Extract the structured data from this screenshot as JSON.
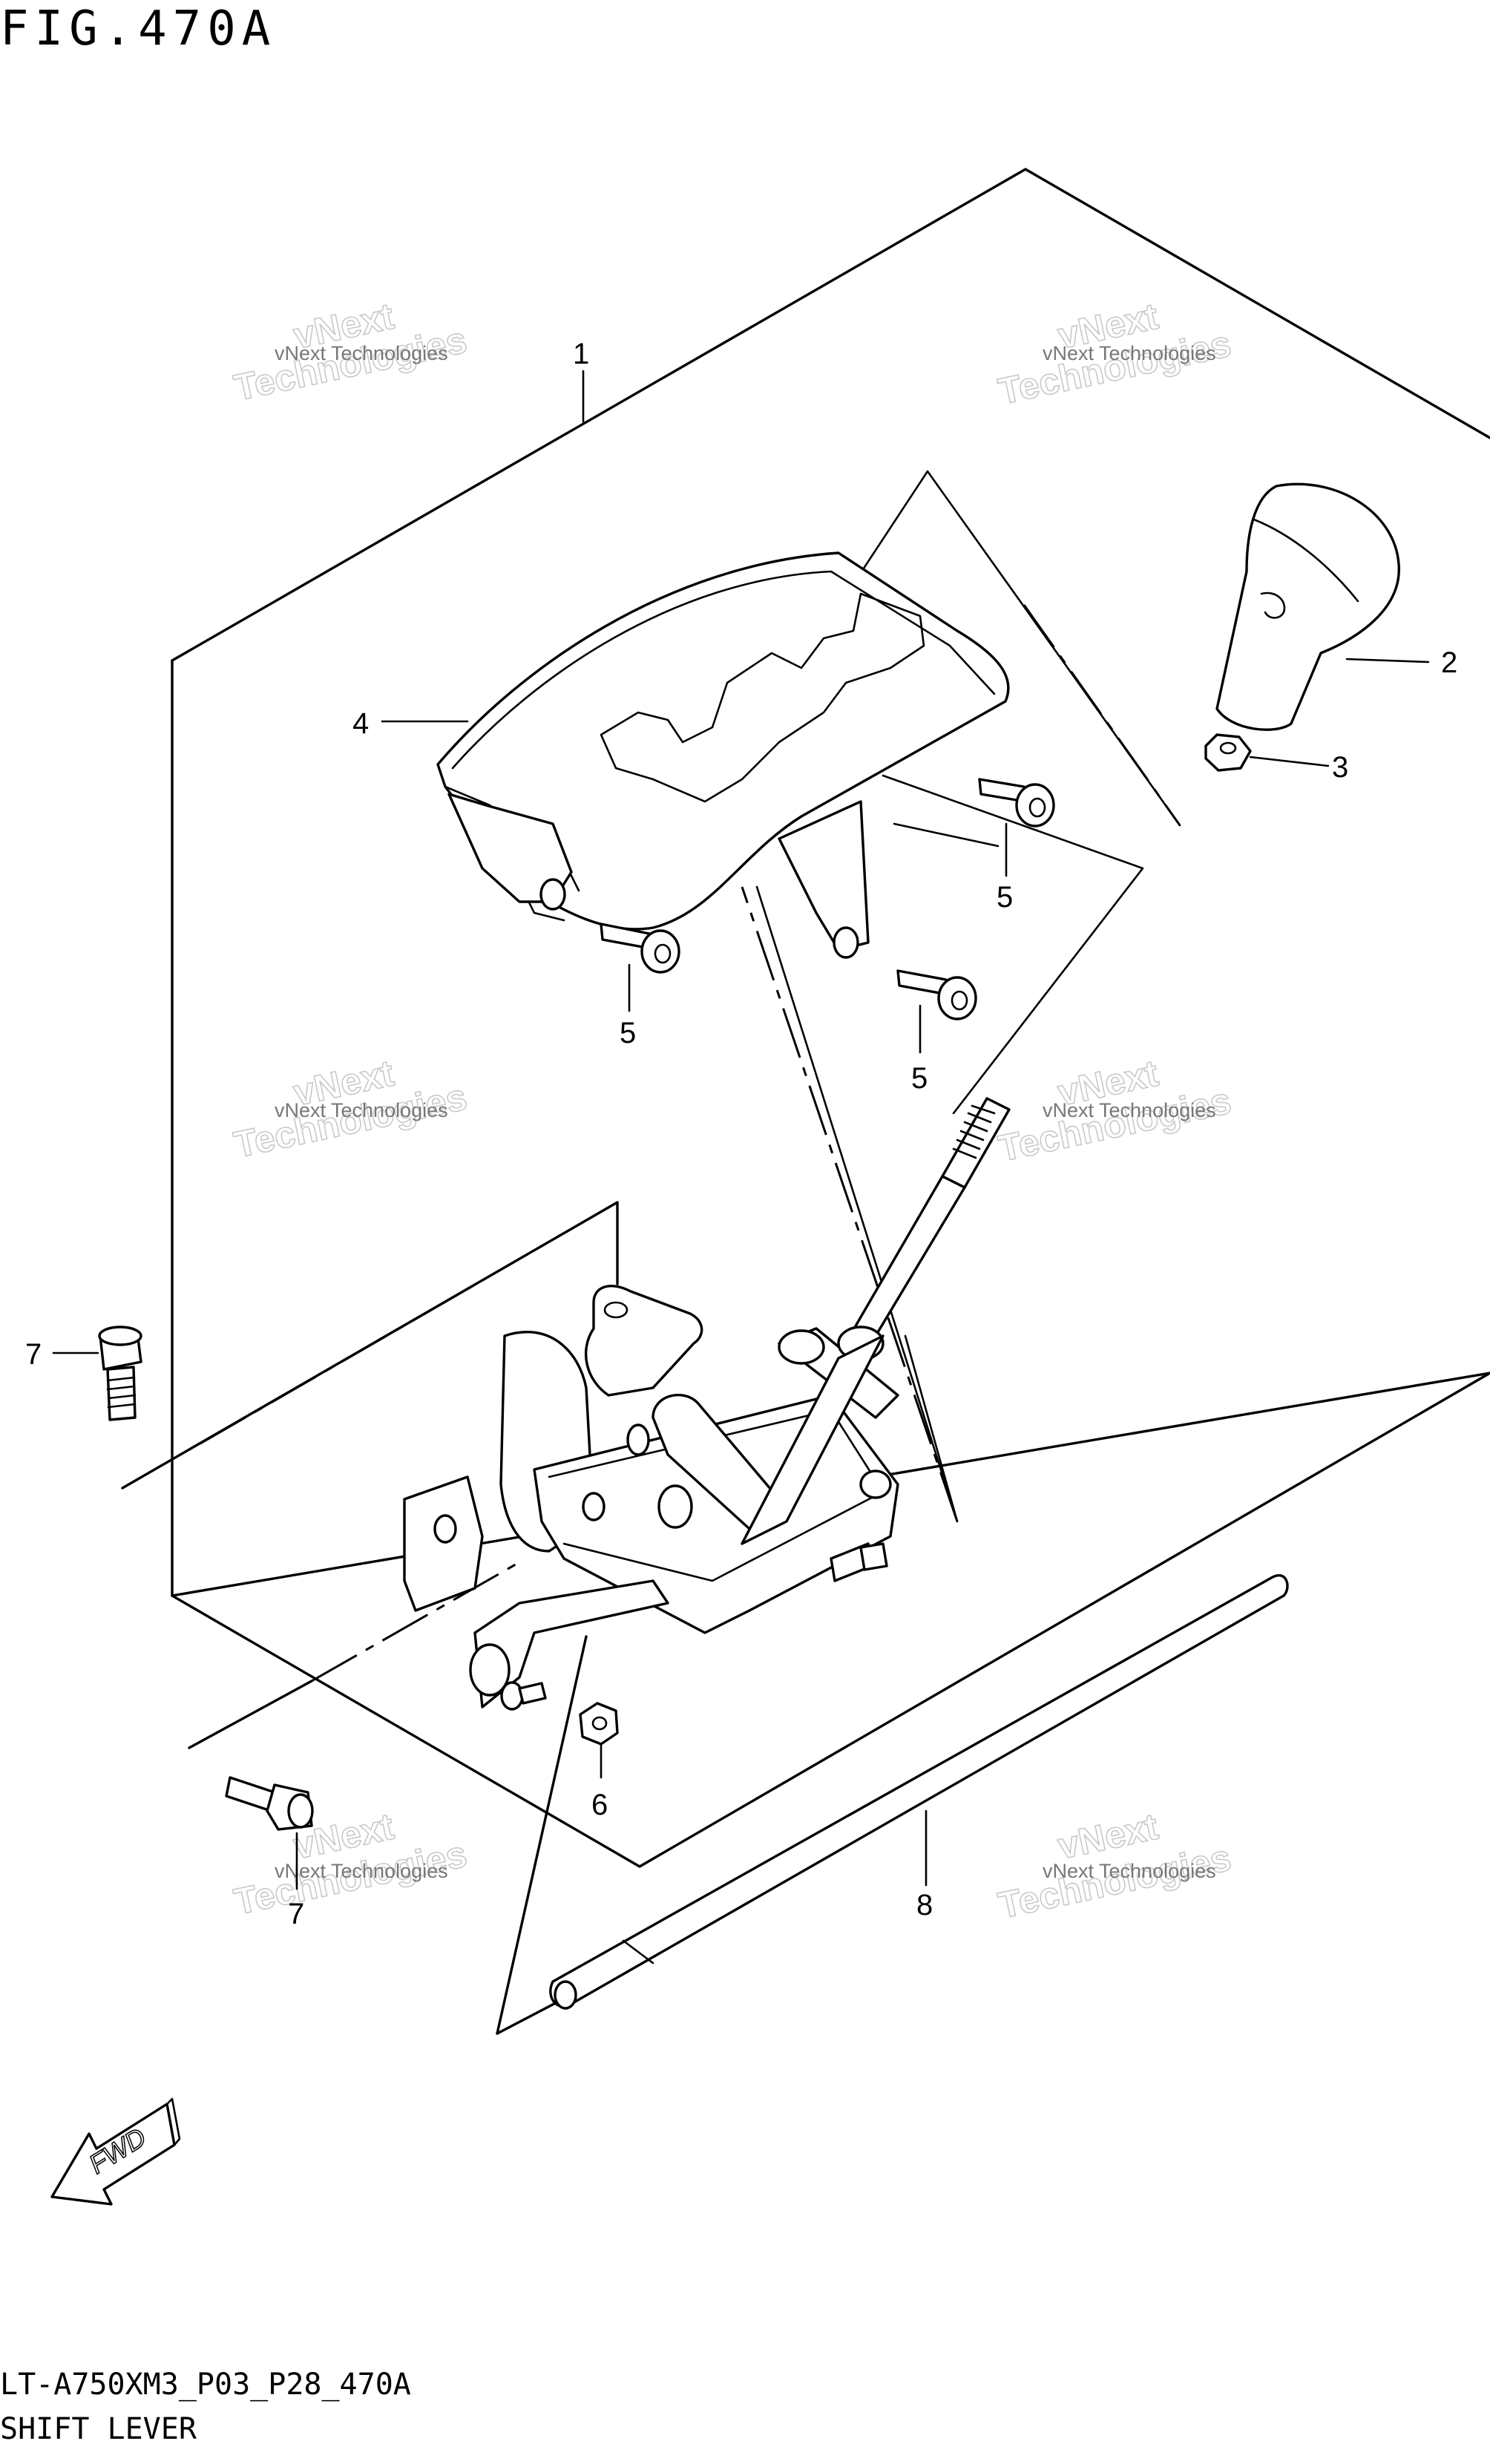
{
  "figure": {
    "title": "FIG.470A",
    "code": "LT-A750XM3_P03_P28_470A",
    "name": "SHIFT LEVER"
  },
  "callouts": [
    {
      "id": "1",
      "label": "1"
    },
    {
      "id": "2",
      "label": "2"
    },
    {
      "id": "3",
      "label": "3"
    },
    {
      "id": "4",
      "label": "4"
    },
    {
      "id": "5a",
      "label": "5"
    },
    {
      "id": "5b",
      "label": "5"
    },
    {
      "id": "5c",
      "label": "5"
    },
    {
      "id": "6",
      "label": "6"
    },
    {
      "id": "7a",
      "label": "7"
    },
    {
      "id": "7b",
      "label": "7"
    },
    {
      "id": "8",
      "label": "8"
    }
  ],
  "watermark": {
    "line1": "vNext Technologies",
    "line2": "vNext",
    "line3": "Technologies"
  },
  "fwd_arrow": {
    "label": "FWD"
  }
}
